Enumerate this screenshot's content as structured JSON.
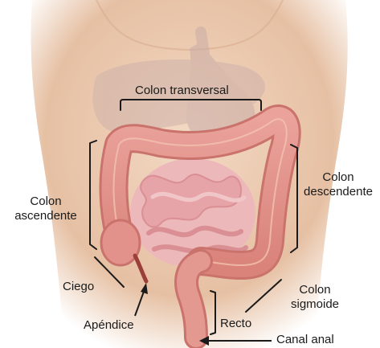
{
  "labels": {
    "colon_transversal": "Colon transversal",
    "colon_descendente_1": "Colon",
    "colon_descendente_2": "descendente",
    "colon_ascendente_1": "Colon",
    "colon_ascendente_2": "ascendente",
    "colon_sigmoide_1": "Colon",
    "colon_sigmoide_2": "sigmoide",
    "ciego": "Ciego",
    "apendice": "Apéndice",
    "recto": "Recto",
    "canal_anal": "Canal anal"
  },
  "colors": {
    "skin": "#e9c7ad",
    "skin_shadow": "#d9ab8c",
    "intestine": "#e59a92",
    "intestine_dark": "#c9736c",
    "small_intestine": "#eab2b4",
    "organ_ghost": "#d7b7b0",
    "line": "#1a1a1a"
  }
}
